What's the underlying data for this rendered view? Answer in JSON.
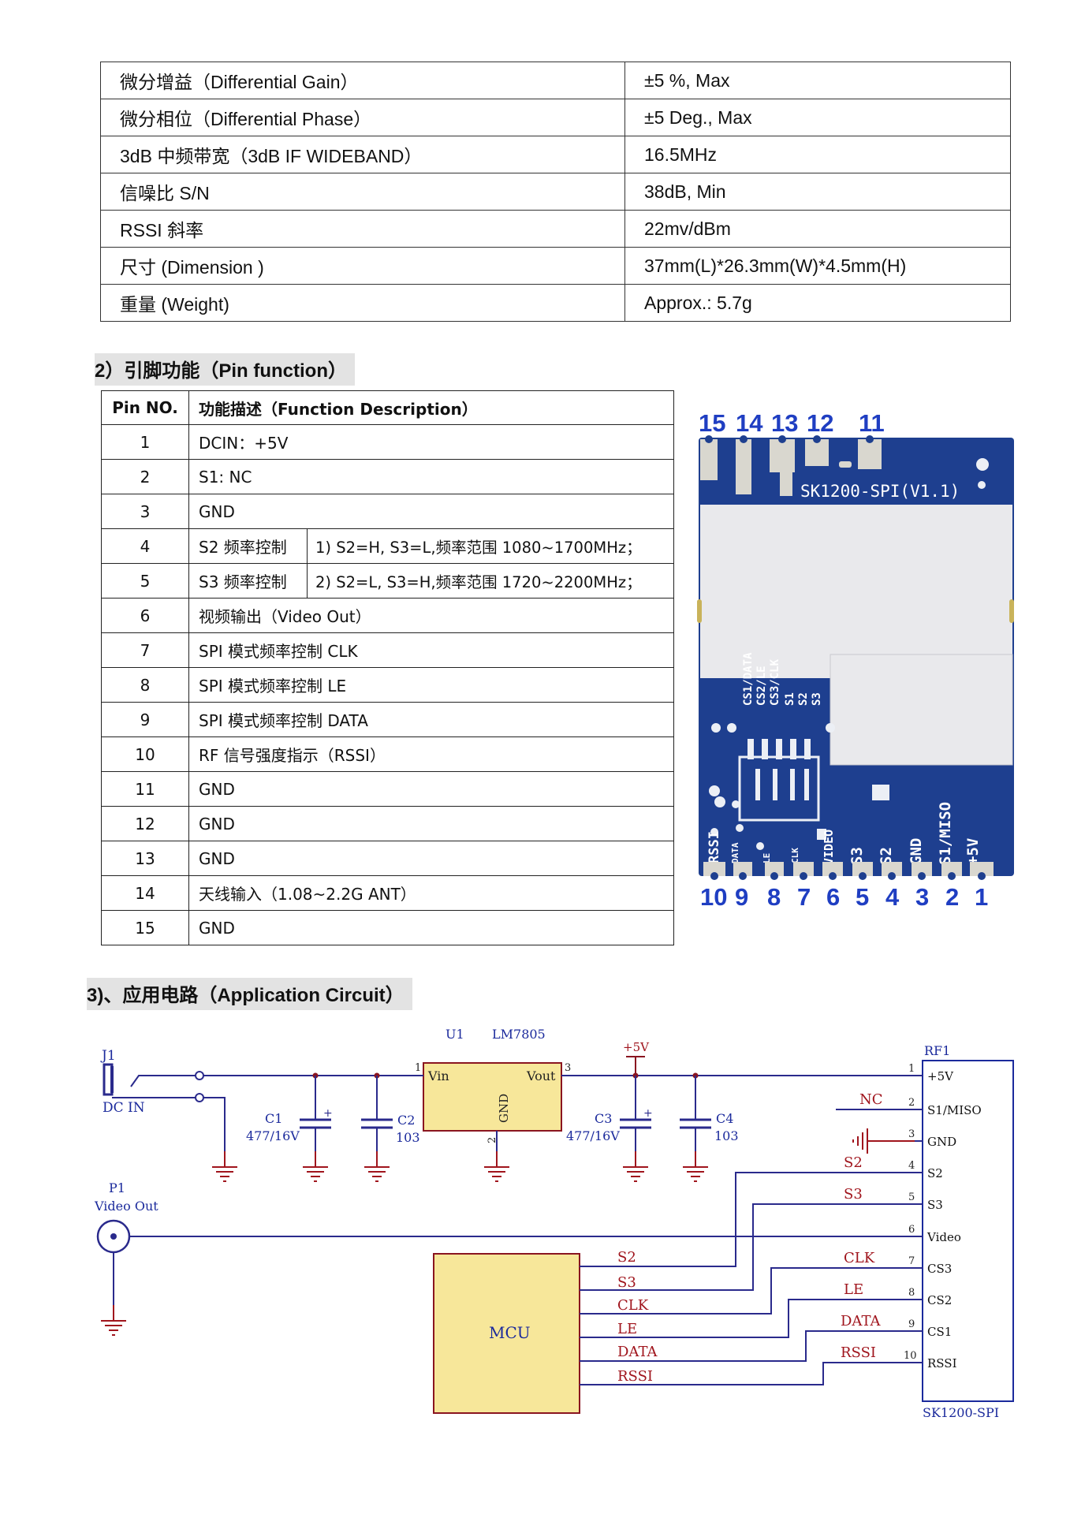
{
  "specs": [
    {
      "param": "微分增益（Differential Gain）",
      "value": "±5 %, Max"
    },
    {
      "param": "微分相位（Differential Phase）",
      "value": "±5 Deg., Max"
    },
    {
      "param": "3dB  中频带宽（3dB IF WIDEBAND）",
      "value": "16.5MHz"
    },
    {
      "param": "信噪比  S/N",
      "value": "38dB, Min"
    },
    {
      "param": "RSSI 斜率",
      "value": "22mv/dBm"
    },
    {
      "param": "尺寸  (Dimension )",
      "value": "37mm(L)*26.3mm(W)*4.5mm(H)"
    },
    {
      "param": "重量  (Weight)",
      "value": "Approx.: 5.7g"
    }
  ],
  "pin_section": {
    "heading": "2）引脚功能（Pin function）",
    "header": {
      "no": "Pin NO.",
      "desc": "功能描述（Function Description）"
    },
    "rows": [
      {
        "no": "1",
        "desc": "DCIN：+5V"
      },
      {
        "no": "2",
        "desc": "S1: NC"
      },
      {
        "no": "3",
        "desc": "GND"
      },
      {
        "no": "4",
        "desc": "S2 频率控制",
        "note": "1)  S2=H, S3=L,频率范围 1080~1700MHz；"
      },
      {
        "no": "5",
        "desc": "S3 频率控制",
        "note": "2)  S2=L, S3=H,频率范围 1720~2200MHz；"
      },
      {
        "no": "6",
        "desc": "视频输出（Video Out）"
      },
      {
        "no": "7",
        "desc": "SPI 模式频率控制 CLK"
      },
      {
        "no": "8",
        "desc": "SPI 模式频率控制 LE"
      },
      {
        "no": "9",
        "desc": "SPI 模式频率控制 DATA"
      },
      {
        "no": "10",
        "desc": "RF 信号强度指示（RSSI）"
      },
      {
        "no": "11",
        "desc": "GND"
      },
      {
        "no": "12",
        "desc": "GND"
      },
      {
        "no": "13",
        "desc": "GND"
      },
      {
        "no": "14",
        "desc": "天线输入（1.08~2.2G ANT）"
      },
      {
        "no": "15",
        "desc": "GND"
      }
    ]
  },
  "board": {
    "model_label": "SK1200-SPI(V1.1)",
    "top_pins": [
      "15",
      "14",
      "13",
      "12",
      "11"
    ],
    "bottom_pins": [
      "10",
      "9",
      "8",
      "7",
      "6",
      "5",
      "4",
      "3",
      "2",
      "1"
    ],
    "silk_top": [
      "CS1/DATA",
      "CS2/LE",
      "CS3/CLK",
      "S1",
      "S2",
      "S3"
    ],
    "silk_bottom": [
      "RSSI",
      "DATA",
      "LE",
      "CLK",
      "VIDEO",
      "S3",
      "S2",
      "GND",
      "S1/MISO",
      "+5V"
    ],
    "colors": {
      "pcb": "#1e3f8f",
      "shield": "#e9e9ec",
      "pin_number": "#1f3ec2"
    }
  },
  "circuit": {
    "heading": "3)、应用电路（Application Circuit）",
    "j1": {
      "ref": "J1",
      "name": "DC IN"
    },
    "c1": {
      "ref": "C1",
      "value": "477/16V"
    },
    "c2": {
      "ref": "C2",
      "value": "103"
    },
    "u1": {
      "ref": "U1",
      "part": "LM7805",
      "vin": "Vin",
      "vout": "Vout",
      "gnd": "GND",
      "pin1": "1",
      "pin2": "2",
      "pin3": "3"
    },
    "plus5v": "+5V",
    "c3": {
      "ref": "C3",
      "value": "477/16V"
    },
    "c4": {
      "ref": "C4",
      "value": "103"
    },
    "p1": {
      "ref": "P1",
      "name": "Video Out"
    },
    "mcu": {
      "name": "MCU",
      "pins": [
        "S2",
        "S3",
        "CLK",
        "LE",
        "DATA",
        "RSSI"
      ]
    },
    "rf1": {
      "ref": "RF1",
      "part": "SK1200-SPI",
      "pins": [
        {
          "num": "1",
          "name": "+5V",
          "net": ""
        },
        {
          "num": "2",
          "name": "S1/MISO",
          "net": "NC"
        },
        {
          "num": "3",
          "name": "GND",
          "net": ""
        },
        {
          "num": "4",
          "name": "S2",
          "net": "S2"
        },
        {
          "num": "5",
          "name": "S3",
          "net": "S3"
        },
        {
          "num": "6",
          "name": "Video",
          "net": ""
        },
        {
          "num": "7",
          "name": "CS3",
          "net": "CLK"
        },
        {
          "num": "8",
          "name": "CS2",
          "net": "LE"
        },
        {
          "num": "9",
          "name": "CS1",
          "net": "DATA"
        },
        {
          "num": "10",
          "name": "RSSI",
          "net": "RSSI"
        }
      ]
    },
    "colors": {
      "wire": "#2a2a8c",
      "gnd": "#a0151d",
      "label": "#a0151d",
      "ref": "#1b2a9c",
      "fill": "#f7e79a",
      "border": "#8a1520"
    }
  }
}
